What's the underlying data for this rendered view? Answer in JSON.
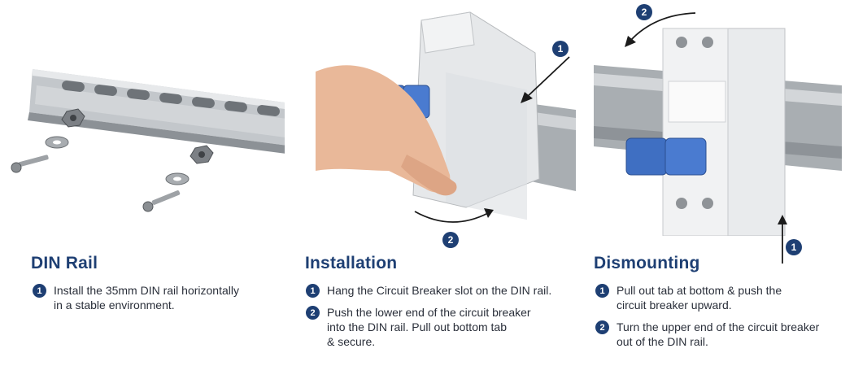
{
  "sections": {
    "rail": {
      "title": "DIN Rail",
      "steps": [
        {
          "badge": "1",
          "text": "Install the 35mm DIN rail horizontally\nin a stable environment."
        }
      ]
    },
    "install": {
      "title": "Installation",
      "steps": [
        {
          "badge": "1",
          "text": "Hang the Circuit Breaker slot on the DIN rail."
        },
        {
          "badge": "2",
          "text": "Push the lower end of the circuit breaker\ninto the DIN rail. Pull out bottom tab\n& secure."
        }
      ],
      "callouts": [
        "1",
        "2"
      ]
    },
    "dismount": {
      "title": "Dismounting",
      "steps": [
        {
          "badge": "1",
          "text": "Pull out tab at bottom & push the\ncircuit breaker upward."
        },
        {
          "badge": "2",
          "text": "Turn the upper end of the circuit breaker\nout of the DIN rail."
        }
      ],
      "callouts": [
        "2",
        "1"
      ]
    }
  },
  "colors": {
    "accent": "#1e3f73",
    "text": "#2a2f3a",
    "breaker": "#e4e6e8",
    "toggle": "#3f6fc2",
    "rail": "#b7bcc0"
  }
}
